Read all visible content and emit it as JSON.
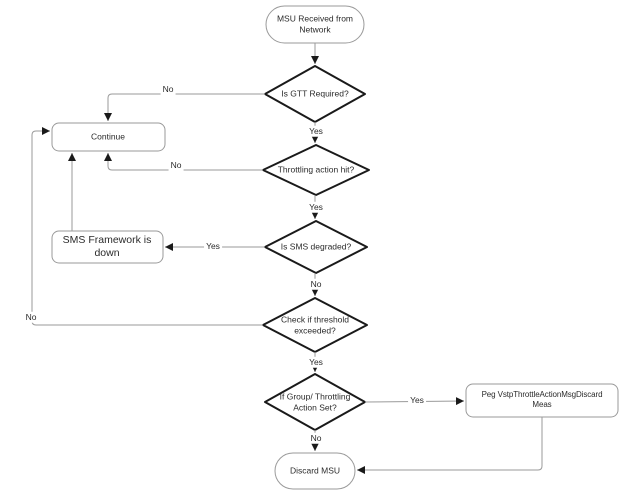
{
  "diagram": {
    "type": "flowchart",
    "nodes": {
      "start": {
        "shape": "terminator",
        "lines": [
          "MSU Received from",
          "Network"
        ]
      },
      "is_gtt_required": {
        "shape": "decision",
        "label": "Is GTT Required?"
      },
      "continue": {
        "shape": "process",
        "label": "Continue"
      },
      "throttling_action_hit": {
        "shape": "decision",
        "label": "Throttling action hit?"
      },
      "sms_framework_down": {
        "shape": "process",
        "lines": [
          "SMS Framework is",
          "down"
        ]
      },
      "is_sms_degraded": {
        "shape": "decision",
        "label": "Is SMS degraded?"
      },
      "check_threshold": {
        "shape": "decision",
        "lines": [
          "Check if threshold",
          "exceeded?"
        ]
      },
      "group_throttling_action_set": {
        "shape": "decision",
        "lines": [
          "If Group/ Throttling",
          "Action Set?"
        ]
      },
      "peg_meas": {
        "shape": "process",
        "lines": [
          "Peg VstpThrottleActionMsgDiscard",
          "Meas"
        ]
      },
      "discard_msu": {
        "shape": "terminator",
        "label": "Discard MSU"
      }
    },
    "edge_labels": {
      "gtt_no": "No",
      "gtt_yes": "Yes",
      "throttle_no": "No",
      "throttle_yes": "Yes",
      "sms_degraded_yes": "Yes",
      "sms_degraded_no": "No",
      "threshold_no": "No",
      "threshold_yes": "Yes",
      "group_yes": "Yes",
      "group_no": "No"
    },
    "colors": {
      "background": "#ffffff",
      "connector": "#9a9a9a",
      "arrowhead": "#1a1a1a",
      "decision_border": "#1a1a1a",
      "process_border": "#9a9a9a",
      "text": "#2b2b2b"
    }
  }
}
